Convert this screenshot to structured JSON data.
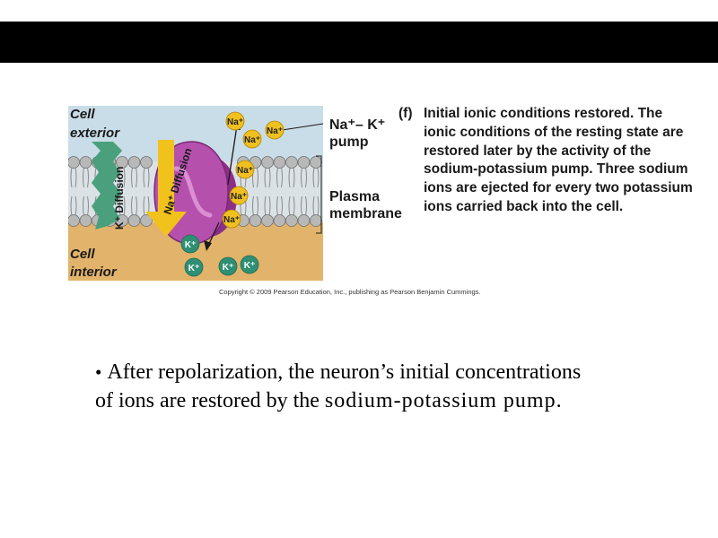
{
  "figure": {
    "cell_exterior": [
      "Cell",
      "exterior"
    ],
    "cell_interior": [
      "Cell",
      "interior"
    ],
    "na_diffusion": "Na⁺ Diffusion",
    "k_diffusion": "K⁺ Diffusion",
    "na": "Na⁺",
    "k": "K⁺",
    "pump_label": [
      "Na⁺– K⁺",
      "pump"
    ],
    "membrane_label": [
      "Plasma",
      "membrane"
    ],
    "copyright": "Copyright © 2009 Pearson Education, Inc., publishing as Pearson Benjamin Cummings.",
    "colors": {
      "exterior": "#c9dde8",
      "interior": "#e2b36a",
      "pump": "#b550ad",
      "sodium": "#f0c020",
      "potassium": "#2f8f74",
      "k_arrow": "#4aa07c",
      "na_arrow": "#f2c21c"
    }
  },
  "caption": {
    "tag": "(f)",
    "title": "Initial ionic conditions restored.",
    "body": "The ionic conditions of the resting state are restored later by the activity of the sodium-potassium pump. Three sodium ions are ejected for every two potassium ions carried back into the cell."
  },
  "bullet": {
    "symbol": "•",
    "text_before": "After repolarization, the neuron’s initial concentrations of ions are restored by the",
    "term": "sodium-potassium pump",
    "text_after": "."
  }
}
